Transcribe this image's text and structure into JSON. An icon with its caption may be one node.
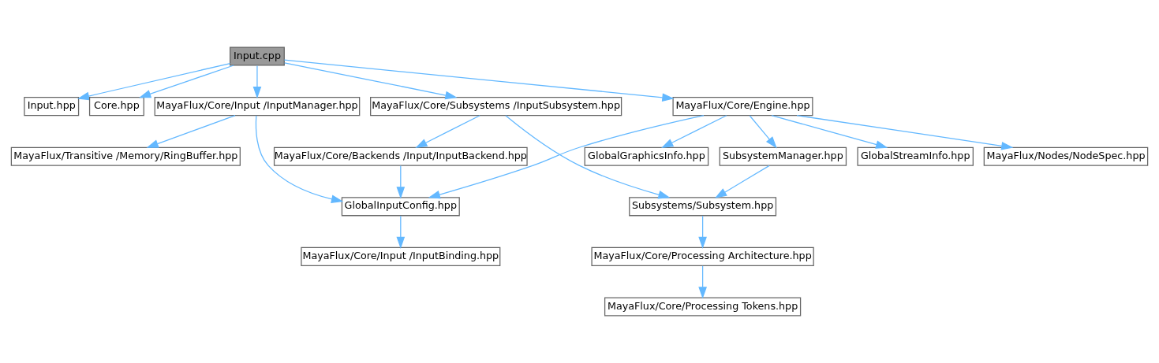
{
  "diagram": {
    "nodes": [
      {
        "text": [
          "Input.cpp"
        ]
      },
      {
        "text": [
          "Input.hpp"
        ]
      },
      {
        "text": [
          "Core.hpp"
        ]
      },
      {
        "text": [
          "MayaFlux/Core/Input /InputManager.hpp"
        ]
      },
      {
        "text": [
          "MayaFlux/Core/Subsystems /InputSubsystem.hpp"
        ]
      },
      {
        "text": [
          "MayaFlux/Core/Engine.hpp"
        ]
      },
      {
        "text": [
          "MayaFlux/Transitive /Memory/RingBuffer.hpp"
        ]
      },
      {
        "text": [
          "GlobalInputConfig.hpp"
        ]
      },
      {
        "text": [
          "MayaFlux/Core/Backends /Input/InputBackend.hpp"
        ]
      },
      {
        "text": [
          "Subsystems/Subsystem.hpp"
        ]
      },
      {
        "text": [
          "GlobalGraphicsInfo.hpp"
        ]
      },
      {
        "text": [
          "SubsystemManager.hpp"
        ]
      },
      {
        "text": [
          "GlobalStreamInfo.hpp"
        ]
      },
      {
        "text": [
          "MayaFlux/Nodes/NodeSpec.hpp"
        ]
      },
      {
        "text": [
          "MayaFlux/Core/Input /InputBinding.hpp"
        ]
      },
      {
        "text": [
          "MayaFlux/Core/Processing Architecture.hpp"
        ]
      },
      {
        "text": [
          "MayaFlux/Core/Processing Tokens.hpp"
        ]
      }
    ],
    "edges": [
      {
        "from": 0,
        "to": 1,
        "arrow": "to"
      },
      {
        "from": 0,
        "to": 2,
        "arrow": "to"
      },
      {
        "from": 0,
        "to": 3,
        "arrow": "to"
      },
      {
        "from": 0,
        "to": 4,
        "arrow": "to"
      },
      {
        "from": 0,
        "to": 5,
        "arrow": "to"
      },
      {
        "from": 3,
        "to": 6,
        "arrow": "to"
      },
      {
        "from": 3,
        "to": 7,
        "arrow": "to"
      },
      {
        "from": 4,
        "to": 8,
        "arrow": "to"
      },
      {
        "from": 4,
        "to": 9,
        "arrow": "to"
      },
      {
        "from": 5,
        "to": 7,
        "arrow": "to"
      },
      {
        "from": 5,
        "to": 10,
        "arrow": "to"
      },
      {
        "from": 5,
        "to": 11,
        "arrow": "to"
      },
      {
        "from": 5,
        "to": 12,
        "arrow": "to"
      },
      {
        "from": 5,
        "to": 13,
        "arrow": "to"
      },
      {
        "from": 8,
        "to": 7,
        "arrow": "to"
      },
      {
        "from": 11,
        "to": 9,
        "arrow": "to"
      },
      {
        "from": 7,
        "to": 14,
        "arrow": "to"
      },
      {
        "from": 9,
        "to": 15,
        "arrow": "to"
      },
      {
        "from": 15,
        "to": 16,
        "arrow": "to"
      }
    ]
  }
}
